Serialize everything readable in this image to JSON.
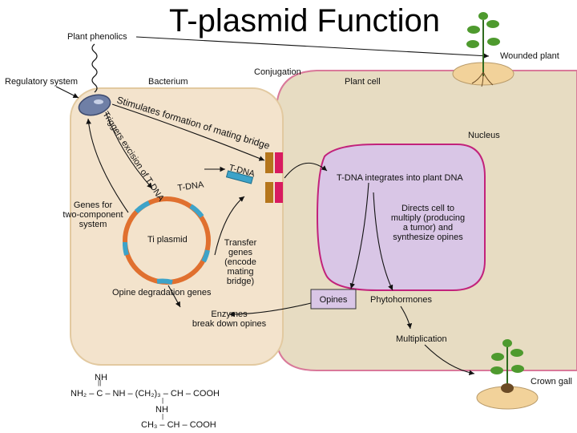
{
  "title": "T-plasmid Function",
  "labels": {
    "plant_phenolics": "Plant phenolics",
    "wounded_plant": "Wounded plant",
    "regulatory_system": "Regulatory system",
    "bacterium": "Bacterium",
    "conjugation": "Conjugation",
    "plant_cell": "Plant cell",
    "nucleus": "Nucleus",
    "stimulates": "Stimulates formation of mating bridge",
    "triggers": "Triggers excision of T-DNA",
    "tdna_1": "T-DNA",
    "tdna_2": "T-DNA",
    "tdna_integrates": "T-DNA integrates into plant DNA",
    "directs_line1": "Directs cell to",
    "directs_line2": "multiply (producing",
    "directs_line3": "a tumor) and",
    "directs_line4": "synthesize opines",
    "genes_line1": "Genes for",
    "genes_line2": "two-component",
    "genes_line3": "system",
    "ti_plasmid": "Ti plasmid",
    "transfer_line1": "Transfer",
    "transfer_line2": "genes",
    "transfer_line3": "(encode",
    "transfer_line4": "mating",
    "transfer_line5": "bridge)",
    "opine_degradation": "Opine degradation genes",
    "opines": "Opines",
    "phytohormones": "Phytohormones",
    "enzymes_line1": "Enzymes",
    "enzymes_line2": "break down opines",
    "multiplication": "Multiplication",
    "crown_gall": "Crown gall"
  },
  "formula": {
    "line1": "NH",
    "line2": "NH₂ – C – NH – (CH₂)₃ – CH – COOH",
    "line3": "NH",
    "line4": "CH₃ – CH – COOH"
  },
  "colors": {
    "bacterium_fill": "#f3e3cc",
    "bacterium_border": "#e2c9a0",
    "plant_cell_fill": "#e7dcc2",
    "plant_cell_border": "#d9799a",
    "nucleus_fill": "#d9c6e6",
    "nucleus_border": "#c2227b",
    "plasmid_orange": "#e0702f",
    "plasmid_blue": "#3da3c9",
    "bridge_pink": "#d81b60",
    "bridge_brown": "#b5761c",
    "soil": "#f2d29a"
  }
}
